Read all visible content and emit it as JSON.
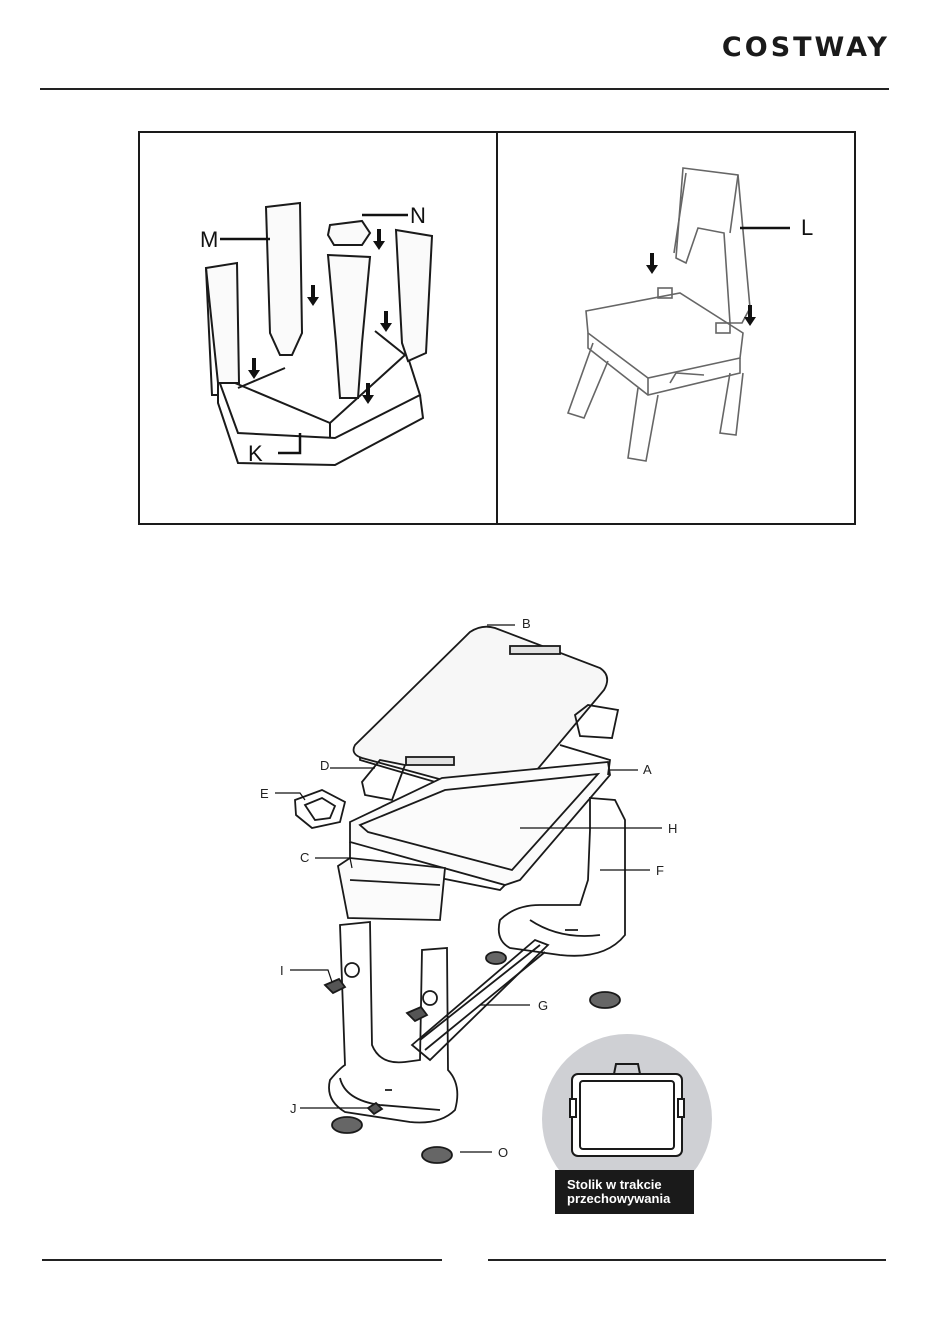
{
  "header": {
    "brand": "COSTWAY"
  },
  "figure_chair_base": {
    "labels": {
      "m": "M",
      "n": "N",
      "k": "K"
    }
  },
  "figure_chair_back": {
    "labels": {
      "l": "L"
    }
  },
  "figure_desk": {
    "labels": {
      "a": "A",
      "b": "B",
      "c": "C",
      "d": "D",
      "e": "E",
      "f": "F",
      "g": "G",
      "h": "H",
      "i": "I",
      "j": "J",
      "o": "O"
    },
    "inset_caption": "Stolik w trakcie\nprzechowywania"
  }
}
